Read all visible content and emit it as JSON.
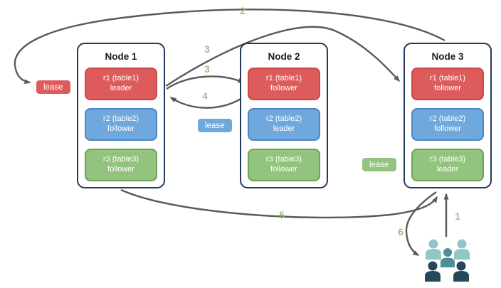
{
  "nodes": [
    {
      "title": "Node 1",
      "replicas": [
        {
          "range": "r1 (table1)",
          "role": "leader",
          "color": "red"
        },
        {
          "range": "r2 (table2)",
          "role": "follower",
          "color": "blue"
        },
        {
          "range": "r3 (table3)",
          "role": "follower",
          "color": "green"
        }
      ]
    },
    {
      "title": "Node 2",
      "replicas": [
        {
          "range": "r1 (table1)",
          "role": "follower",
          "color": "red"
        },
        {
          "range": "r2 (table2)",
          "role": "leader",
          "color": "blue"
        },
        {
          "range": "r3 (table3)",
          "role": "follower",
          "color": "green"
        }
      ]
    },
    {
      "title": "Node 3",
      "replicas": [
        {
          "range": "r1 (table1)",
          "role": "follower",
          "color": "red"
        },
        {
          "range": "r2 (table2)",
          "role": "follower",
          "color": "blue"
        },
        {
          "range": "r3 (table3)",
          "role": "leader",
          "color": "green"
        }
      ]
    }
  ],
  "lease_labels": {
    "red": "lease",
    "blue": "lease",
    "green": "lease"
  },
  "steps": {
    "s1": "1",
    "s2": "2",
    "s3a": "3",
    "s3b": "3",
    "s4": "4",
    "s5": "5",
    "s6": "6"
  },
  "flows": [
    {
      "step": "1",
      "from": "users",
      "to": "node3"
    },
    {
      "step": "2",
      "from": "node3-top",
      "to": "lease-red-near-node1"
    },
    {
      "step": "3",
      "from": "node1-r1-leader",
      "to": "node3-r1-follower"
    },
    {
      "step": "3",
      "from": "node1-r1-leader",
      "to": "node2-r1-follower"
    },
    {
      "step": "4",
      "from": "node2-r1-follower",
      "to": "node1-r1-leader"
    },
    {
      "step": "5",
      "from": "node1-bottom",
      "to": "node3-bottom"
    },
    {
      "step": "6",
      "from": "node3-bottom",
      "to": "users"
    }
  ],
  "icons": {
    "users": "users-group-icon"
  },
  "colors": {
    "red_fill": "#de5b5b",
    "red_border": "#c74a48",
    "blue_fill": "#6fa8dc",
    "blue_border": "#4d87c8",
    "green_fill": "#93c47d",
    "green_border": "#6fa057",
    "node_border": "#24395b",
    "arrow": "#595959",
    "step_number": "#93c47d",
    "users_light": "#8fc7c9",
    "users_medium": "#4e8e96",
    "users_dark": "#25475a"
  }
}
